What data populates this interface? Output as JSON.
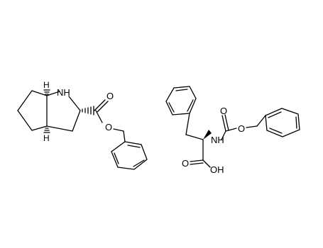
{
  "structures": [
    {
      "labels": {
        "nh": "NH",
        "o_carbonyl": "O",
        "o_ester": "O",
        "h_top": "H",
        "h_bottom": "H"
      }
    },
    {
      "labels": {
        "nh": "NH",
        "o_carbonyl": "O",
        "o_ester": "O",
        "o_acid": "O",
        "oh": "OH"
      }
    }
  ]
}
